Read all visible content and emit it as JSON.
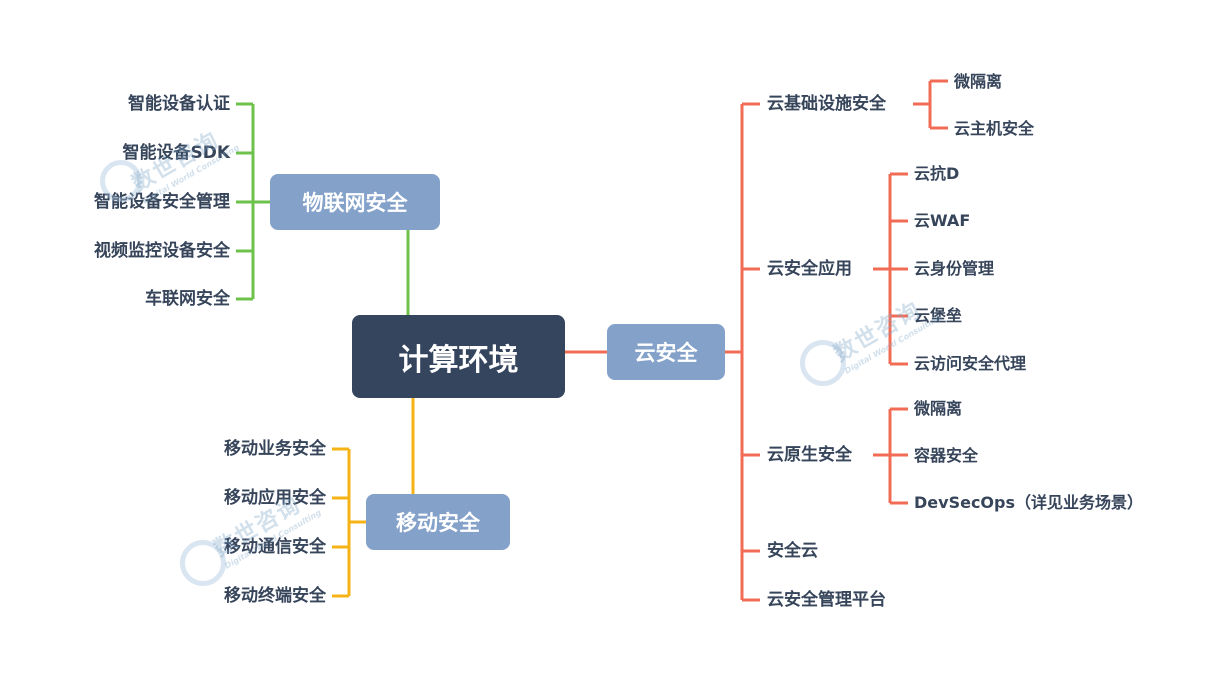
{
  "root": {
    "label": "计算环境"
  },
  "branches": {
    "iot": {
      "label": "物联网安全",
      "color": "#6cc24a",
      "children": [
        "智能设备认证",
        "智能设备SDK",
        "智能设备安全管理",
        "视频监控设备安全",
        "车联网安全"
      ]
    },
    "mobile": {
      "label": "移动安全",
      "color": "#f5b316",
      "children": [
        "移动业务安全",
        "移动应用安全",
        "移动通信安全",
        "移动终端安全"
      ]
    },
    "cloud": {
      "label": "云安全",
      "color": "#f26b55",
      "children": [
        {
          "label": "云基础设施安全",
          "children": [
            "微隔离",
            "云主机安全"
          ]
        },
        {
          "label": "云安全应用",
          "children": [
            "云抗D",
            "云WAF",
            "云身份管理",
            "云堡垒",
            "云访问安全代理"
          ]
        },
        {
          "label": "云原生安全",
          "children": [
            "微隔离",
            "容器安全",
            "DevSecOps（详见业务场景）"
          ]
        },
        {
          "label": "安全云",
          "children": []
        },
        {
          "label": "云安全管理平台",
          "children": []
        }
      ]
    }
  },
  "watermark": {
    "text": "数世咨询",
    "subtext": "Digital World Consulting"
  }
}
